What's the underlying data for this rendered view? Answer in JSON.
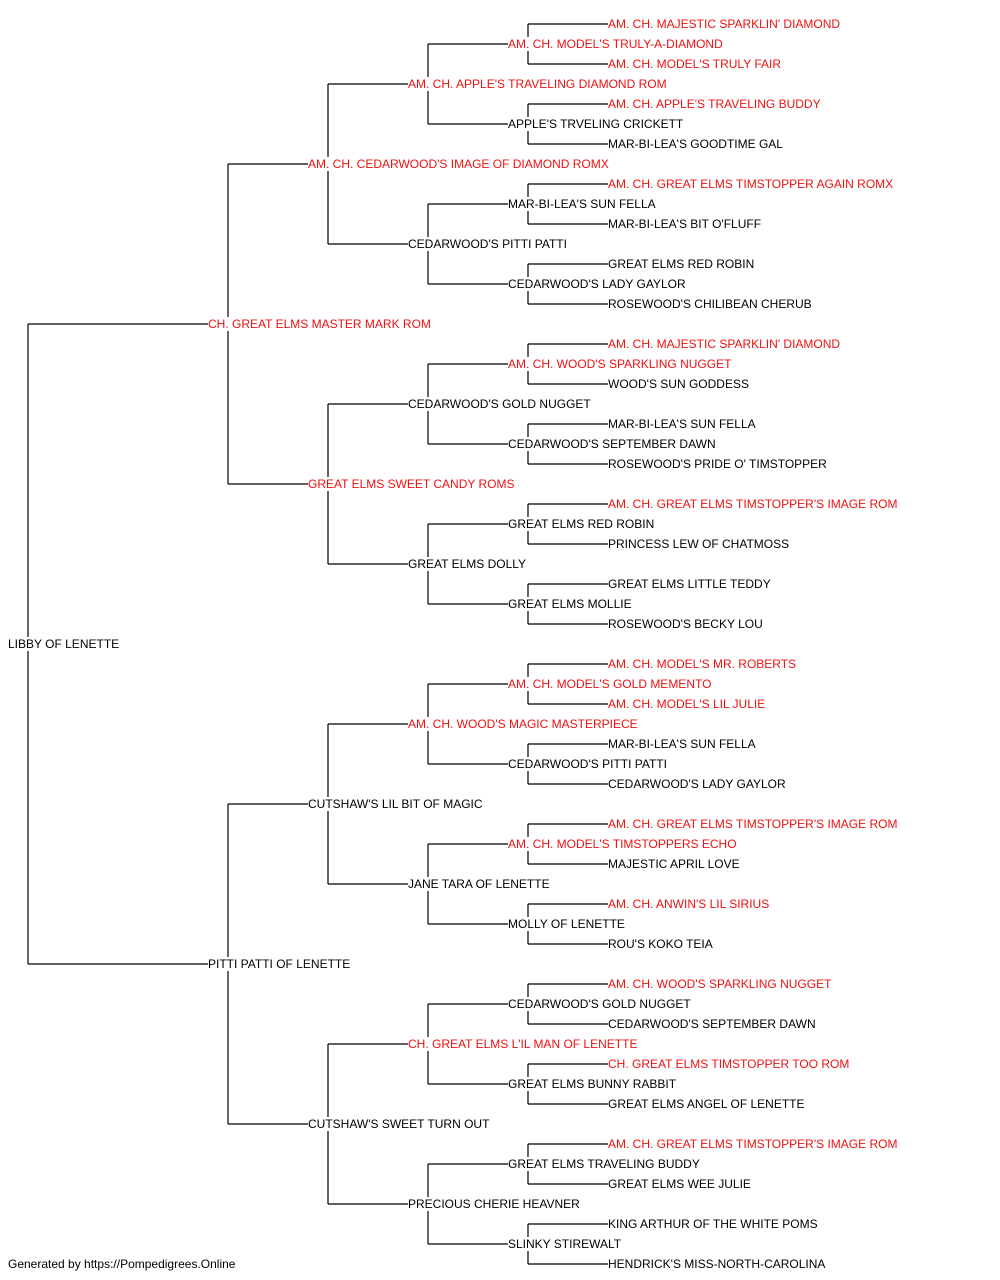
{
  "colors": {
    "champion": "#ee1111",
    "regular": "#000000",
    "line": "#000000"
  },
  "footer": "Generated by https://Pompedigrees.Online",
  "pedigree": {
    "name": "LIBBY OF LENETTE",
    "champion": false,
    "sire": {
      "name": "CH. GREAT ELMS MASTER MARK ROM",
      "champion": true,
      "sire": {
        "name": "AM. CH. CEDARWOOD'S IMAGE OF DIAMOND ROMX",
        "champion": true,
        "sire": {
          "name": "AM. CH. APPLE'S TRAVELING DIAMOND ROM",
          "champion": true,
          "sire": {
            "name": "AM. CH. MODEL'S TRULY-A-DIAMOND",
            "champion": true,
            "sire": {
              "name": "AM. CH. MAJESTIC SPARKLIN' DIAMOND",
              "champion": true
            },
            "dam": {
              "name": "AM. CH. MODEL'S TRULY FAIR",
              "champion": true
            }
          },
          "dam": {
            "name": "APPLE'S TRVELING CRICKETT",
            "champion": false,
            "sire": {
              "name": "AM. CH. APPLE'S TRAVELING BUDDY",
              "champion": true
            },
            "dam": {
              "name": "MAR-BI-LEA'S GOODTIME GAL",
              "champion": false
            }
          }
        },
        "dam": {
          "name": "CEDARWOOD'S PITTI PATTI",
          "champion": false,
          "sire": {
            "name": "MAR-BI-LEA'S SUN FELLA",
            "champion": false,
            "sire": {
              "name": "AM. CH. GREAT ELMS TIMSTOPPER AGAIN ROMX",
              "champion": true
            },
            "dam": {
              "name": "MAR-BI-LEA'S BIT O'FLUFF",
              "champion": false
            }
          },
          "dam": {
            "name": "CEDARWOOD'S LADY GAYLOR",
            "champion": false,
            "sire": {
              "name": "GREAT ELMS RED ROBIN",
              "champion": false
            },
            "dam": {
              "name": "ROSEWOOD'S CHILIBEAN CHERUB",
              "champion": false
            }
          }
        }
      },
      "dam": {
        "name": "GREAT ELMS SWEET CANDY ROMS",
        "champion": true,
        "sire": {
          "name": "CEDARWOOD'S GOLD NUGGET",
          "champion": false,
          "sire": {
            "name": "AM. CH. WOOD'S SPARKLING NUGGET",
            "champion": true,
            "sire": {
              "name": "AM. CH. MAJESTIC SPARKLIN' DIAMOND",
              "champion": true
            },
            "dam": {
              "name": "WOOD'S SUN GODDESS",
              "champion": false
            }
          },
          "dam": {
            "name": "CEDARWOOD'S SEPTEMBER DAWN",
            "champion": false,
            "sire": {
              "name": "MAR-BI-LEA'S SUN FELLA",
              "champion": false
            },
            "dam": {
              "name": "ROSEWOOD'S PRIDE O' TIMSTOPPER",
              "champion": false
            }
          }
        },
        "dam": {
          "name": "GREAT ELMS DOLLY",
          "champion": false,
          "sire": {
            "name": "GREAT ELMS RED ROBIN",
            "champion": false,
            "sire": {
              "name": "AM. CH. GREAT ELMS TIMSTOPPER'S IMAGE ROM",
              "champion": true
            },
            "dam": {
              "name": "PRINCESS LEW OF CHATMOSS",
              "champion": false
            }
          },
          "dam": {
            "name": "GREAT ELMS MOLLIE",
            "champion": false,
            "sire": {
              "name": "GREAT ELMS LITTLE TEDDY",
              "champion": false
            },
            "dam": {
              "name": "ROSEWOOD'S BECKY LOU",
              "champion": false
            }
          }
        }
      }
    },
    "dam": {
      "name": "PITTI PATTI OF LENETTE",
      "champion": false,
      "sire": {
        "name": "CUTSHAW'S LIL BIT OF MAGIC",
        "champion": false,
        "sire": {
          "name": "AM. CH. WOOD'S MAGIC MASTERPIECE",
          "champion": true,
          "sire": {
            "name": "AM. CH. MODEL'S GOLD MEMENTO",
            "champion": true,
            "sire": {
              "name": "AM. CH. MODEL'S MR. ROBERTS",
              "champion": true
            },
            "dam": {
              "name": "AM. CH. MODEL'S LIL JULIE",
              "champion": true
            }
          },
          "dam": {
            "name": "CEDARWOOD'S PITTI PATTI",
            "champion": false,
            "sire": {
              "name": "MAR-BI-LEA'S SUN FELLA",
              "champion": false
            },
            "dam": {
              "name": "CEDARWOOD'S LADY GAYLOR",
              "champion": false
            }
          }
        },
        "dam": {
          "name": "JANE TARA OF LENETTE",
          "champion": false,
          "sire": {
            "name": "AM. CH. MODEL'S TIMSTOPPERS ECHO",
            "champion": true,
            "sire": {
              "name": "AM. CH. GREAT ELMS TIMSTOPPER'S IMAGE ROM",
              "champion": true
            },
            "dam": {
              "name": "MAJESTIC APRIL LOVE",
              "champion": false
            }
          },
          "dam": {
            "name": "MOLLY OF LENETTE",
            "champion": false,
            "sire": {
              "name": "AM. CH. ANWIN'S LIL SIRIUS",
              "champion": true
            },
            "dam": {
              "name": "ROU'S KOKO TEIA",
              "champion": false
            }
          }
        }
      },
      "dam": {
        "name": "CUTSHAW'S SWEET TURN OUT",
        "champion": false,
        "sire": {
          "name": "CH. GREAT ELMS L'IL MAN OF LENETTE",
          "champion": true,
          "sire": {
            "name": "CEDARWOOD'S GOLD NUGGET",
            "champion": false,
            "sire": {
              "name": "AM. CH. WOOD'S SPARKLING NUGGET",
              "champion": true
            },
            "dam": {
              "name": "CEDARWOOD'S SEPTEMBER DAWN",
              "champion": false
            }
          },
          "dam": {
            "name": "GREAT ELMS BUNNY RABBIT",
            "champion": false,
            "sire": {
              "name": "CH. GREAT ELMS TIMSTOPPER TOO ROM",
              "champion": true
            },
            "dam": {
              "name": "GREAT ELMS ANGEL OF LENETTE",
              "champion": false
            }
          }
        },
        "dam": {
          "name": "PRECIOUS CHERIE HEAVNER",
          "champion": false,
          "sire": {
            "name": "GREAT ELMS TRAVELING BUDDY",
            "champion": false,
            "sire": {
              "name": "AM. CH. GREAT ELMS TIMSTOPPER'S IMAGE ROM",
              "champion": true
            },
            "dam": {
              "name": "GREAT ELMS WEE JULIE",
              "champion": false
            }
          },
          "dam": {
            "name": "SLINKY STIREWALT",
            "champion": false,
            "sire": {
              "name": "KING ARTHUR OF THE WHITE POMS",
              "champion": false
            },
            "dam": {
              "name": "HENDRICK'S MISS-NORTH-CAROLINA",
              "champion": false
            }
          }
        }
      }
    }
  }
}
